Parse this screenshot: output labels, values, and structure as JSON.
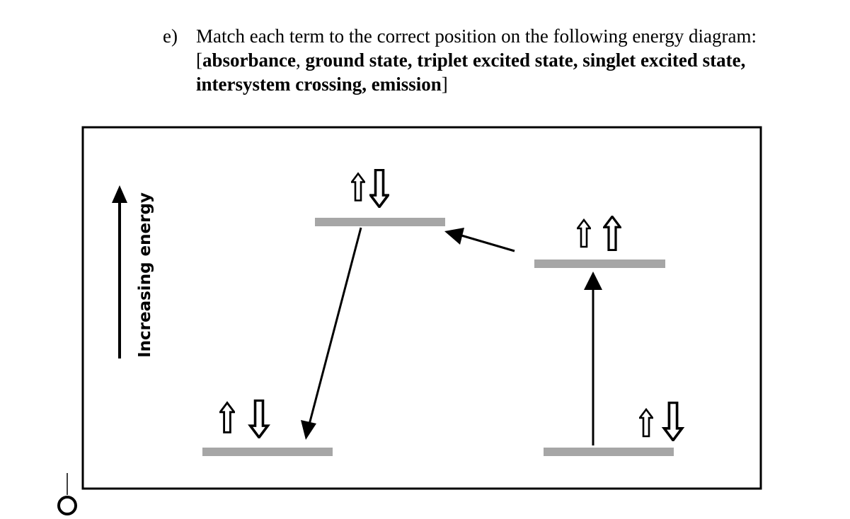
{
  "question": {
    "marker": "e)",
    "intro": "Match each term to the correct position on the following energy diagram:",
    "open_bracket": "[",
    "close_bracket": "]",
    "terms": [
      "absorbance",
      "ground state",
      "triplet excited state",
      "singlet excited state",
      "intersystem crossing",
      "emission"
    ],
    "separator": ", "
  },
  "diagram": {
    "axis_label": "Increasing energy",
    "colors": {
      "level": "#a6a6a6",
      "arrow": "#000000",
      "border": "#000000"
    },
    "levels": [
      {
        "name": "upper-level",
        "spins": "paired-up-down"
      },
      {
        "name": "middle-level",
        "spins": "parallel-up-up"
      },
      {
        "name": "lower-left-level",
        "spins": "paired-up-down"
      },
      {
        "name": "lower-right-level",
        "spins": "paired-up-down"
      }
    ]
  }
}
